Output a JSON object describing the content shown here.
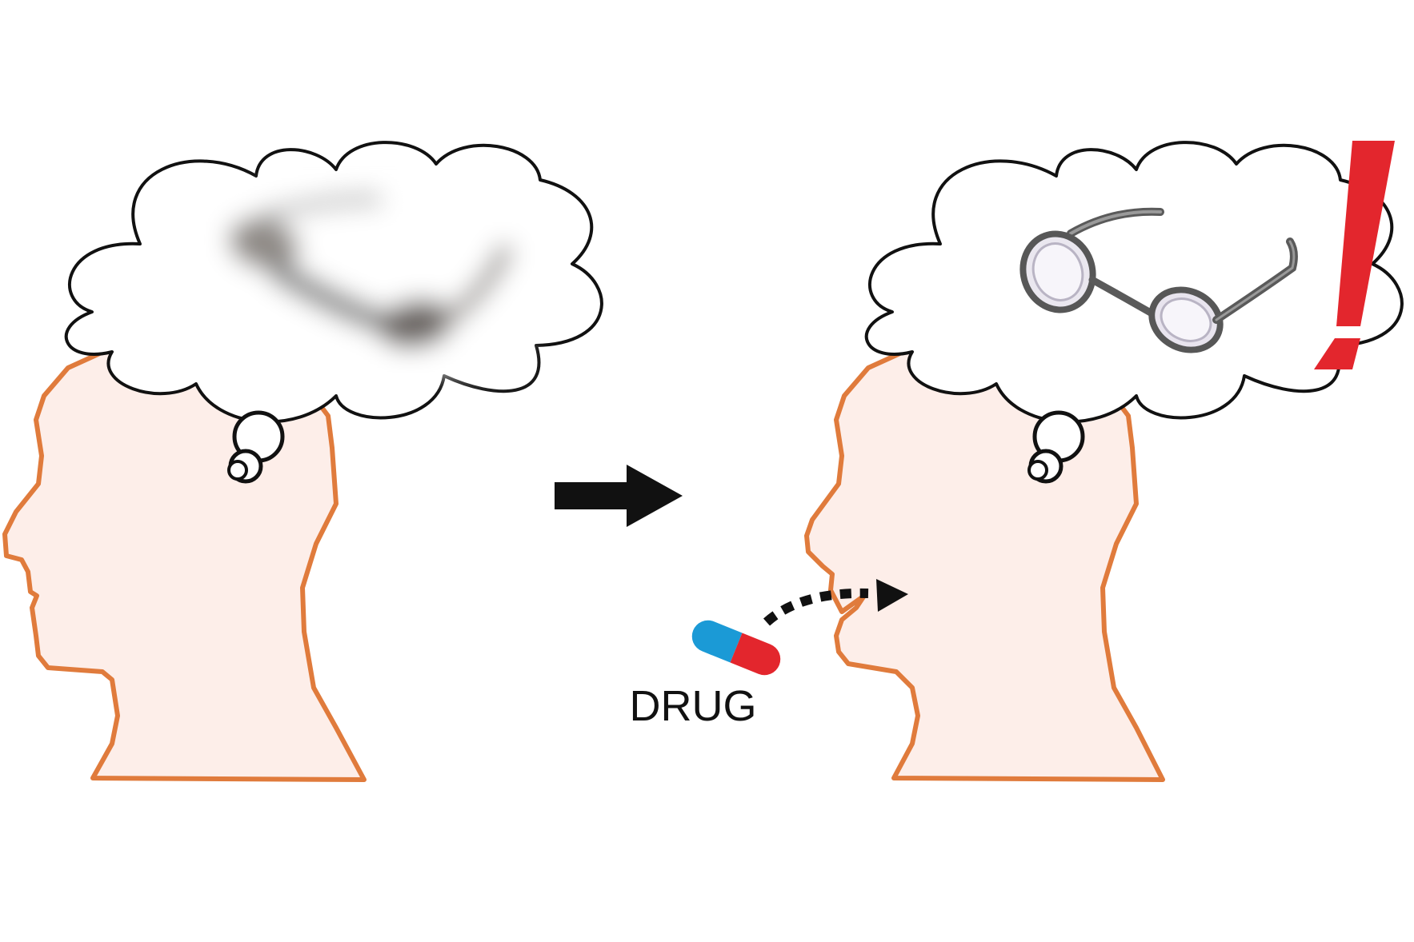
{
  "labels": {
    "drug": "DRUG"
  },
  "colors": {
    "background": "#ffffff",
    "head_outline": "#e07b3c",
    "head_fill": "#fdeee9",
    "cloud_outline": "#111111",
    "cloud_fill": "#ffffff",
    "arrow": "#111111",
    "capsule_left": "#1b9ad6",
    "capsule_right": "#e3262d",
    "exclamation": "#e3262d",
    "glasses_frame": "#555555"
  },
  "icons": {
    "left_thought": "blurred-glasses-memory",
    "right_thought": "clear-glasses-memory",
    "process_arrow": "right-arrow-icon",
    "intake_arrow": "dotted-arrow-icon",
    "emphasis": "exclamation-icon",
    "drug": "capsule-icon"
  }
}
